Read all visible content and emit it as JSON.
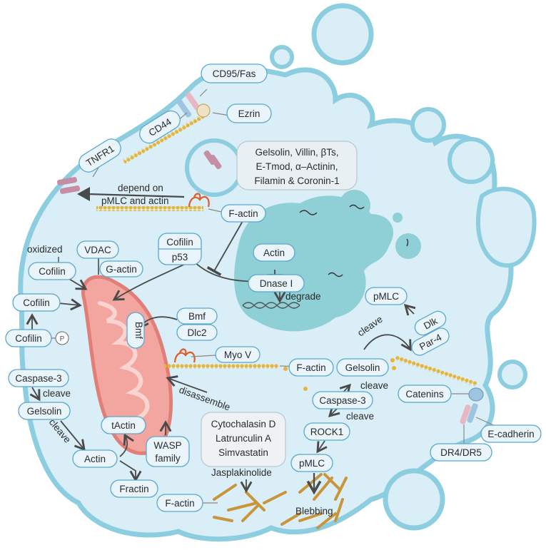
{
  "labels": {
    "cd95": "CD95/Fas",
    "cd44": "CD44",
    "ezrin": "Ezrin",
    "tnfr1": "TNFR1",
    "abp_line1": "Gelsolin, Villin, βTs,",
    "abp_line2": "E-Tmod, α–Actinin,",
    "abp_line3": "Filamin & Coronin-1",
    "depend_line1": "depend on",
    "depend_line2": "pMLC and actin",
    "factin_top": "F-actin",
    "oxidized": "oxidized",
    "vdac": "VDAC",
    "cofilin_a": "Cofilin",
    "cofilin_b": "Cofilin",
    "cofilin_c": "Cofilin",
    "cofilin_p53_1": "Cofilin",
    "cofilin_p53_2": "p53",
    "gactin": "G-actin",
    "p_symbol": "P",
    "actin_nuc": "Actin",
    "dnase": "Dnase I",
    "degrade": "degrade",
    "bmf_mito": "Bmf",
    "bmf": "Bmf",
    "dlc2": "Dlc2",
    "myov": "Myo V",
    "factin_mid": "F-actin",
    "disassemble": "disassemble",
    "caspase3_left": "Caspase-3",
    "cleave_1": "cleave",
    "gelsolin_left": "Gelsolin",
    "cleave_2": "cleave",
    "actin_left": "Actin",
    "tactin": "tActin",
    "fractin": "Fractin",
    "wasp_1": "WASP",
    "wasp_2": "family",
    "drug_1": "Cytochalasin D",
    "drug_2": "Latrunculin A",
    "drug_3": "Simvastatin",
    "jasplakinolide": "Jasplakinolide",
    "factin_bottom": "F-actin",
    "blebbing": "Blebbing",
    "pmlc_right": "pMLC",
    "dlk": "Dlk",
    "par4": "Par-4",
    "cleave_3": "cleave",
    "gelsolin_right": "Gelsolin",
    "cleave_4": "cleave",
    "caspase3_right": "Caspase-3",
    "cleave_5": "cleave",
    "rock1": "ROCK1",
    "pmlc_low": "pMLC",
    "catenins": "Catenins",
    "ecadherin": "E-cadherin",
    "dr45": "DR4/DR5"
  },
  "colors": {
    "cell_fill": "#d9eef6",
    "cell_stroke": "#8ccde0",
    "nucleus": "#8fcfd6",
    "mito_fill": "#f3a6a0",
    "mito_stroke": "#e07f78",
    "actin": "#e7b43a",
    "box_fill": "#e9f5fb",
    "box_stroke": "#5aa8d0",
    "receptor_pink": "#e9b7c4",
    "receptor_blue": "#9ec4e0"
  }
}
